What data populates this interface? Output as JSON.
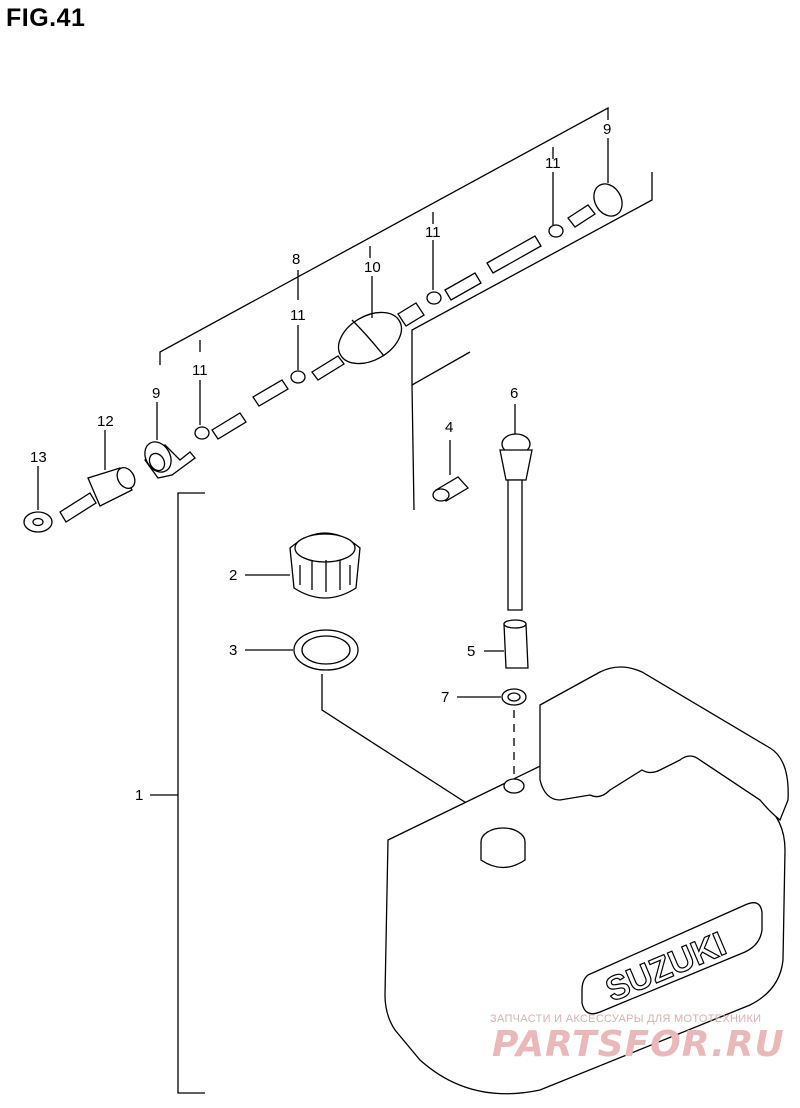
{
  "figure": {
    "title": "FIG.41"
  },
  "callouts": [
    {
      "id": "c1",
      "label": "1"
    },
    {
      "id": "c2",
      "label": "2"
    },
    {
      "id": "c3",
      "label": "3"
    },
    {
      "id": "c4",
      "label": "4"
    },
    {
      "id": "c5",
      "label": "5"
    },
    {
      "id": "c6",
      "label": "6"
    },
    {
      "id": "c7",
      "label": "7"
    },
    {
      "id": "c8",
      "label": "8"
    },
    {
      "id": "c9a",
      "label": "9"
    },
    {
      "id": "c9b",
      "label": "9"
    },
    {
      "id": "c10",
      "label": "10"
    },
    {
      "id": "c11a",
      "label": "11"
    },
    {
      "id": "c11b",
      "label": "11"
    },
    {
      "id": "c11c",
      "label": "11"
    },
    {
      "id": "c11d",
      "label": "11"
    },
    {
      "id": "c12",
      "label": "12"
    },
    {
      "id": "c13",
      "label": "13"
    }
  ],
  "tank": {
    "brand_text": "SUZUKI"
  },
  "watermark": {
    "top_line": "ЗАПЧАСТИ И АКСЕССУАРЫ ДЛЯ МОТОТЕХНИКИ",
    "site": "PARTSFOR.RU"
  }
}
